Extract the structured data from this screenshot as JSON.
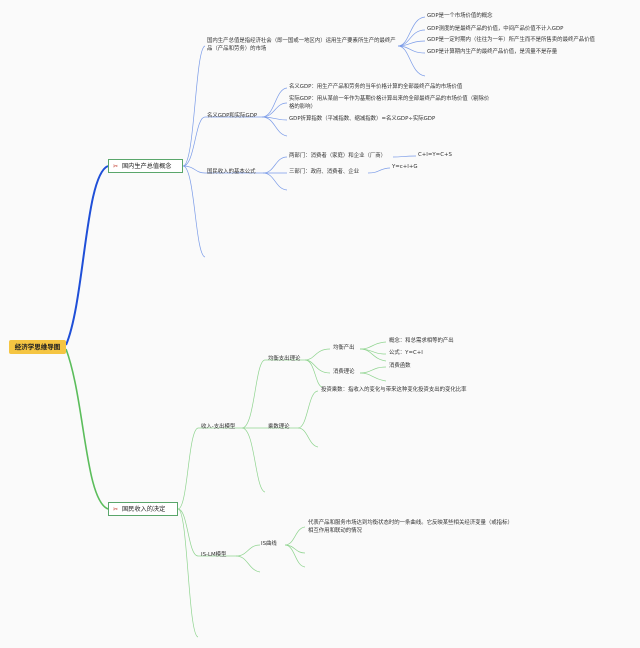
{
  "root": {
    "label": "经济学思维导图"
  },
  "branch1": {
    "label": "国内生产总值概念",
    "definition": "国内生产总值是指经济社会（即一国或一地区内）运用生产要素所生产的最终产品（产品和劳务）的市场",
    "notes": [
      "GDP是一个市场价值的概念",
      "GDP测度的是最终产品的价值，中间产品价值不计入GDP",
      "GDP是一定时期内（往往为一年）所产生而不是所售卖的最终产品价值",
      "GDP是计算期内生产的最终产品价值，是流量不是存量"
    ],
    "nominal_real": {
      "label": "名义GDP和实际GDP",
      "items": [
        "名义GDP：用生产产品和劳务的当年价格计算的全部最终产品的市场价值",
        "实际GDP：用从某前一年作为基期价格计算出来的全部最终产品的市场价值（剔除价格的影响）",
        "GDP折算指数（平减指数、缩减指数）=名义GDP÷实际GDP"
      ]
    },
    "income_formula": {
      "label": "国民收入的基本公式",
      "items": [
        {
          "label": "两部门：消费者（家庭）和企业（厂商）",
          "formula": "C+I=Y=C+S"
        },
        {
          "label": "三部门：政府、消费者、企业",
          "formula": "Y=c+I+G"
        }
      ]
    }
  },
  "branch2": {
    "label": "国民收入的决定",
    "income_expenditure": {
      "label": "收入-支出模型",
      "equilibrium": {
        "label": "均衡支出理论",
        "output": {
          "label": "均衡产出",
          "items": [
            "概念：和总需求相等的产出",
            "公式：Y=C+I"
          ]
        },
        "consumption": {
          "label": "消费理论",
          "items": [
            "消费函数"
          ]
        }
      },
      "multiplier": {
        "label": "乘数理论",
        "items": [
          "投资乘数：指收入的变化与带来这种变化投资支出的变化比率"
        ]
      }
    },
    "islm": {
      "label": "IS-LM模型",
      "is_curve": {
        "label": "IS曲线",
        "desc": "代表产品和服务市场达到均衡状态时的一条曲线。它反映某些相关经济变量（或指标）相互作用和联动的情况"
      }
    }
  },
  "colors": {
    "root_bg": "#f5c542",
    "branch1_line": "#1f4fd8",
    "branch2_line": "#5bbd5b",
    "sub1_line": "#7a9be8",
    "sub2_line": "#8fd48f",
    "icon": "#c0392b"
  }
}
